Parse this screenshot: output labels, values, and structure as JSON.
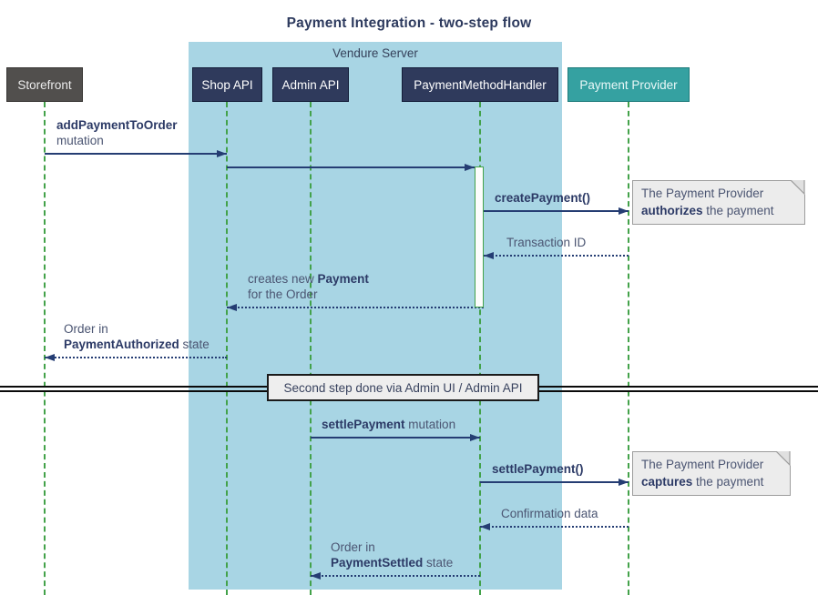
{
  "title": "Payment Integration - two-step flow",
  "frame": {
    "label": "Vendure Server"
  },
  "colors": {
    "frame_blue": "#a8d5e4",
    "participant_navy": "#2f3a5c",
    "participant_gray": "#514f4d",
    "provider_teal": "#35a1a1",
    "lifeline_green": "#43a24a",
    "arrow_navy": "#253d73",
    "note_gray": "#ececec"
  },
  "participants": [
    {
      "id": "storefront",
      "label": "Storefront",
      "kind": "external"
    },
    {
      "id": "shop-api",
      "label": "Shop API",
      "kind": "internal"
    },
    {
      "id": "admin-api",
      "label": "Admin API",
      "kind": "internal"
    },
    {
      "id": "payment-method-handler",
      "label": "PaymentMethodHandler",
      "kind": "internal"
    },
    {
      "id": "payment-provider",
      "label": "Payment Provider",
      "kind": "provider"
    }
  ],
  "messages": [
    {
      "id": "add-payment-to-order",
      "from": "storefront",
      "to": "shop-api",
      "style": "solid",
      "lines": [
        [
          {
            "t": "addPaymentToOrder",
            "b": true
          }
        ],
        [
          {
            "t": "mutation",
            "b": false
          }
        ]
      ]
    },
    {
      "id": "forward-to-handler",
      "from": "shop-api",
      "to": "payment-method-handler",
      "style": "solid",
      "lines": []
    },
    {
      "id": "create-payment",
      "from": "payment-method-handler",
      "to": "payment-provider",
      "style": "solid",
      "lines": [
        [
          {
            "t": "createPayment()",
            "b": true
          }
        ]
      ]
    },
    {
      "id": "transaction-id",
      "from": "payment-provider",
      "to": "payment-method-handler",
      "style": "dotted",
      "lines": [
        [
          {
            "t": "Transaction ID",
            "b": false
          }
        ]
      ]
    },
    {
      "id": "creates-new-payment",
      "from": "payment-method-handler",
      "to": "shop-api",
      "style": "dotted",
      "lines": [
        [
          {
            "t": "creates new ",
            "b": false
          },
          {
            "t": "Payment",
            "b": true
          }
        ],
        [
          {
            "t": "for the Order",
            "b": false
          }
        ]
      ]
    },
    {
      "id": "order-payment-authorized",
      "from": "shop-api",
      "to": "storefront",
      "style": "dotted",
      "lines": [
        [
          {
            "t": "Order in",
            "b": false
          }
        ],
        [
          {
            "t": "PaymentAuthorized",
            "b": true
          },
          {
            "t": " state",
            "b": false
          }
        ]
      ]
    },
    {
      "id": "settle-payment-mutation",
      "from": "admin-api",
      "to": "payment-method-handler",
      "style": "solid",
      "lines": [
        [
          {
            "t": "settlePayment",
            "b": true
          },
          {
            "t": " mutation",
            "b": false
          }
        ]
      ]
    },
    {
      "id": "settle-payment-call",
      "from": "payment-method-handler",
      "to": "payment-provider",
      "style": "solid",
      "lines": [
        [
          {
            "t": "settlePayment()",
            "b": true
          }
        ]
      ]
    },
    {
      "id": "confirmation-data",
      "from": "payment-provider",
      "to": "payment-method-handler",
      "style": "dotted",
      "lines": [
        [
          {
            "t": "Confirmation data",
            "b": false
          }
        ]
      ]
    },
    {
      "id": "order-payment-settled",
      "from": "payment-method-handler",
      "to": "admin-api",
      "style": "dotted",
      "lines": [
        [
          {
            "t": "Order in",
            "b": false
          }
        ],
        [
          {
            "t": "PaymentSettled",
            "b": true
          },
          {
            "t": " state",
            "b": false
          }
        ]
      ]
    }
  ],
  "notes": [
    {
      "id": "authorize-note",
      "lines": [
        [
          {
            "t": "The Payment Provider",
            "b": false
          }
        ],
        [
          {
            "t": "authorizes",
            "b": true
          },
          {
            "t": " the payment",
            "b": false
          }
        ]
      ]
    },
    {
      "id": "capture-note",
      "lines": [
        [
          {
            "t": "The Payment Provider",
            "b": false
          }
        ],
        [
          {
            "t": "captures",
            "b": true
          },
          {
            "t": " the payment",
            "b": false
          }
        ]
      ]
    }
  ],
  "divider": {
    "label": "Second step done via Admin UI / Admin API"
  }
}
